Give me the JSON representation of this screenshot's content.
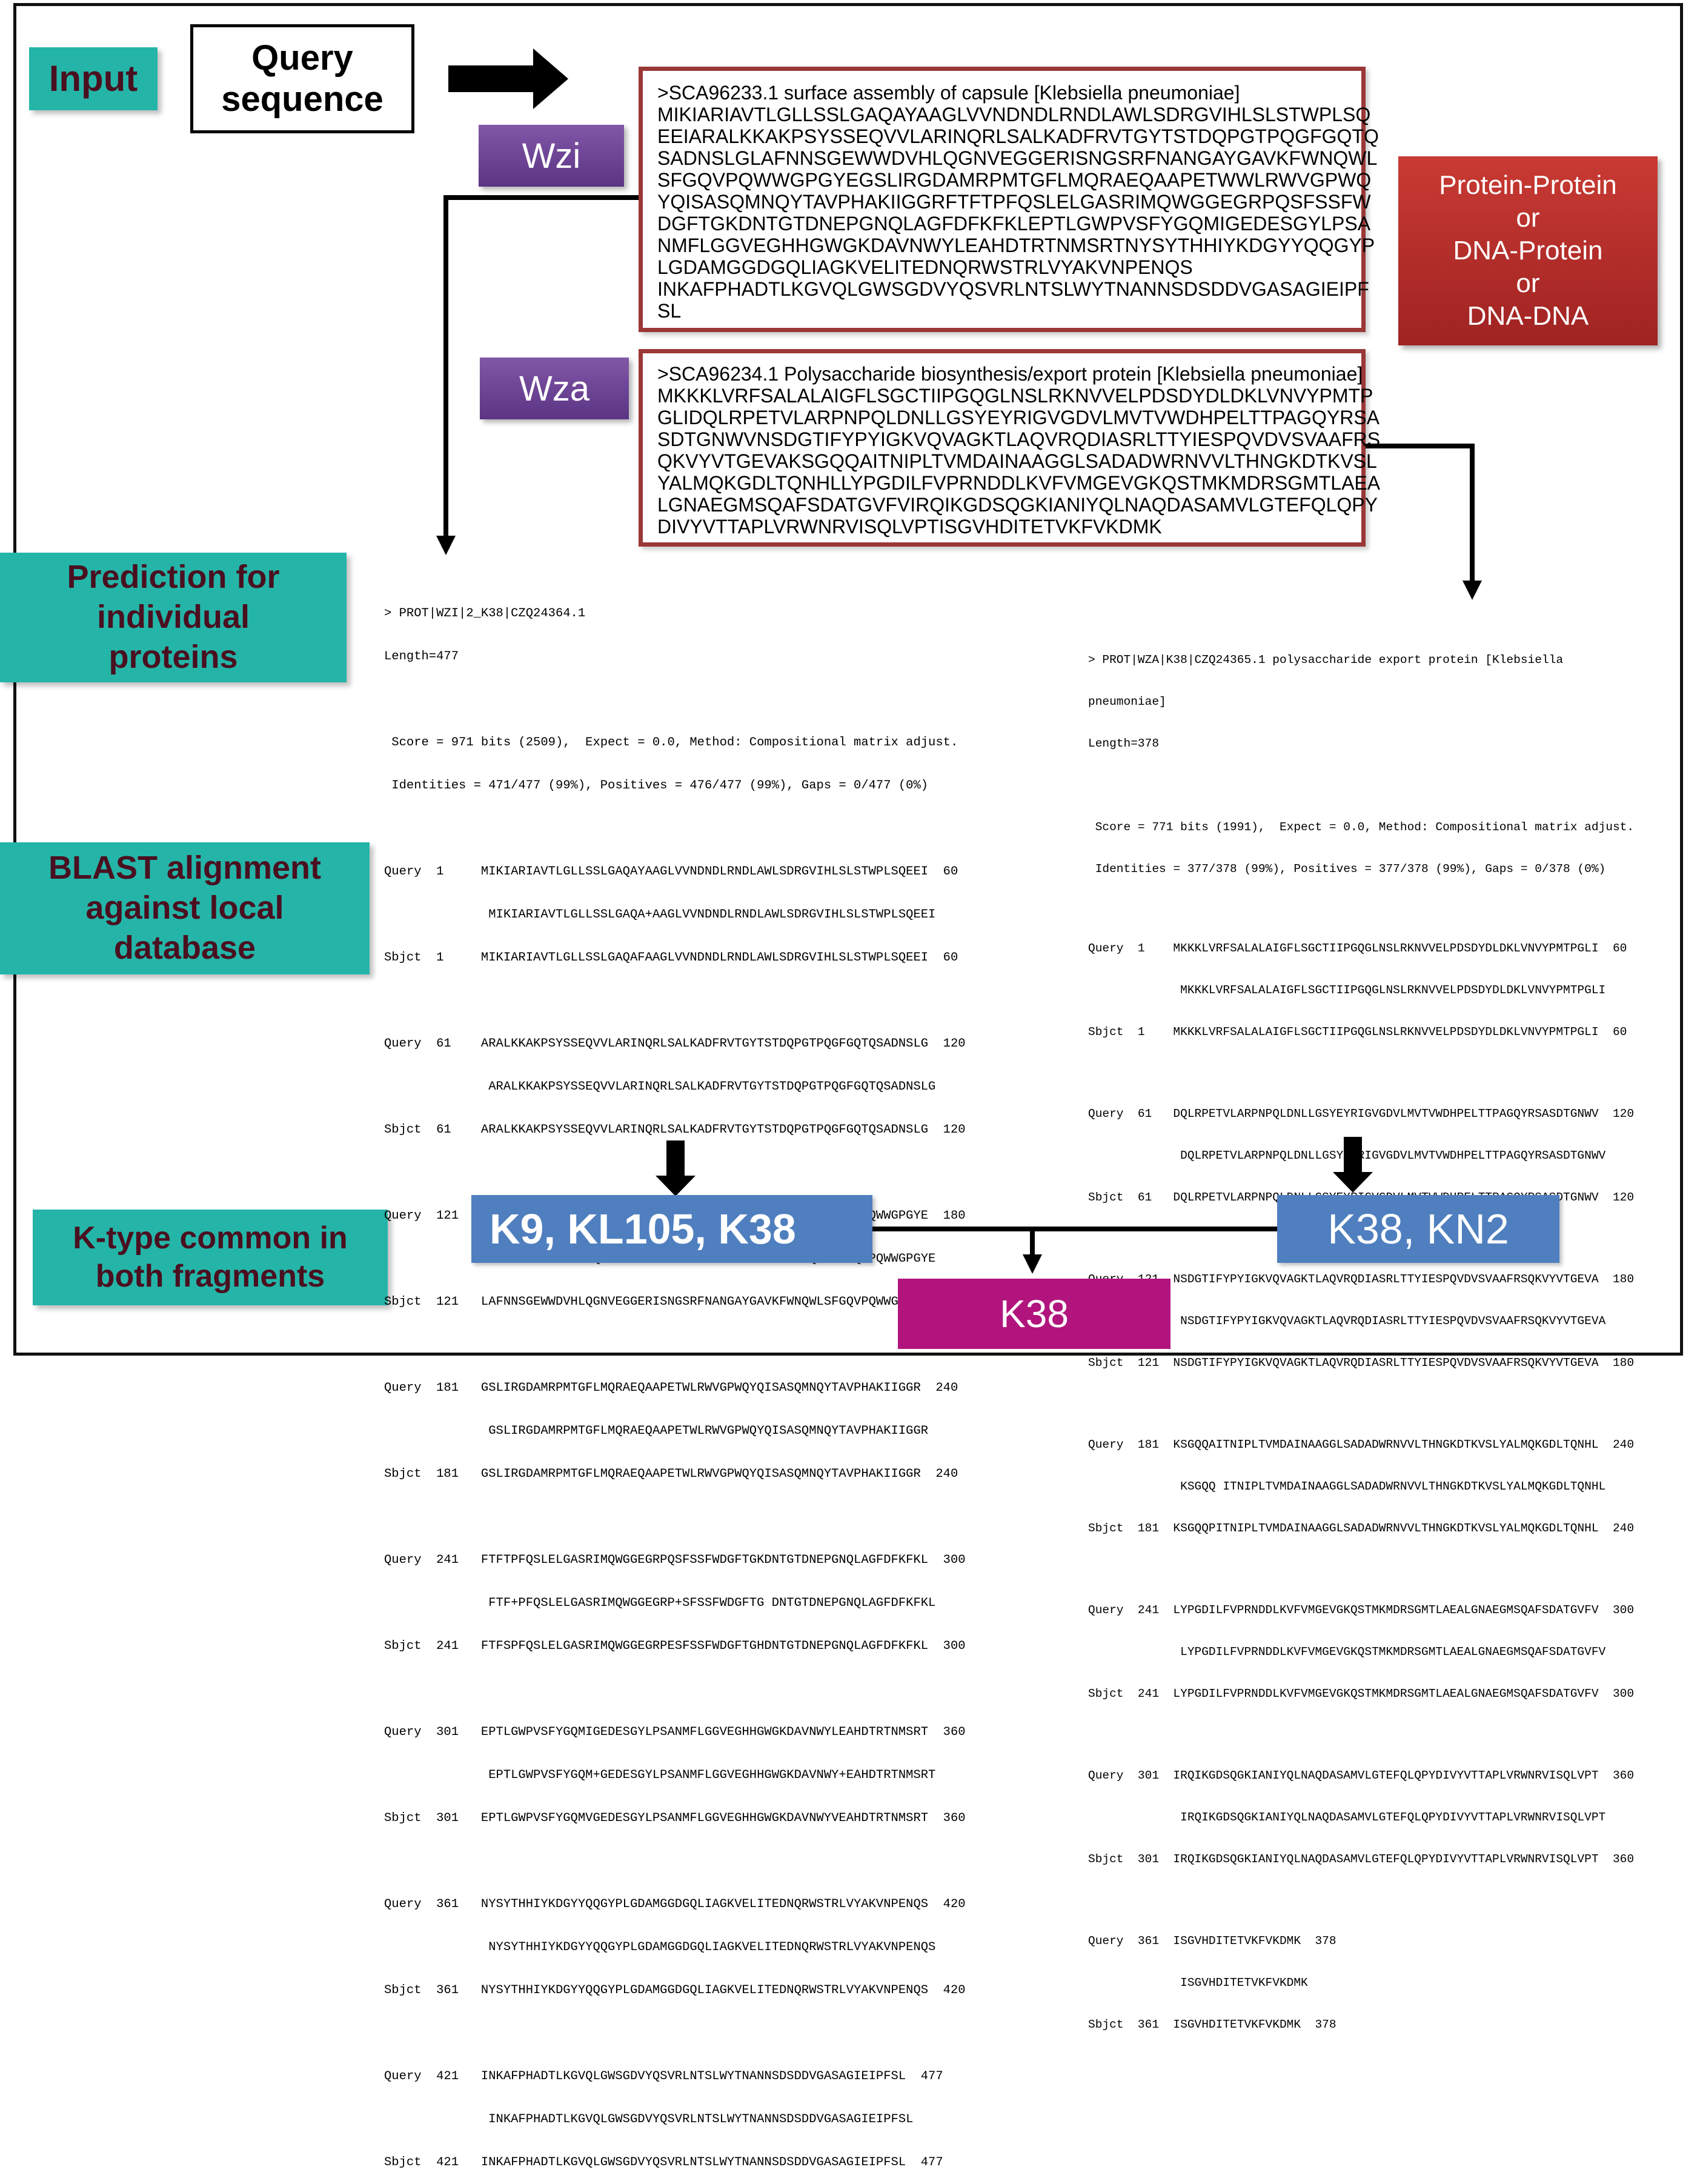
{
  "labels": {
    "input": "Input",
    "query": "Query\nsequence",
    "prediction": "Prediction for\nindividual\nproteins",
    "blast": "BLAST alignment\nagainst local\ndatabase",
    "ktype": "K-type common in\nboth fragments"
  },
  "wzi": {
    "label": "Wzi",
    "lines": [
      ">SCA96233.1 surface assembly of capsule [Klebsiella pneumoniae]",
      "MIKIARIAVTLGLLSSLGAQAYAAGLVVNDNDLRNDLAWLSDRGVIHLSLSTWPLSQ",
      "EEIARALKKAKPSYSSEQVVLARINQRLSALKADFRVTGYTSTDQPGTPQGFGQTQ",
      "SADNSLGLAFNNSGEWWDVHLQGNVEGGERISNGSRFNANGAYGAVKFWNQWL",
      "SFGQVPQWWGPGYEGSLIRGDAMRPMTGFLMQRAEQAAPETWWLRWVGPWQ",
      "YQISASQMNQYTAVPHAKIIGGRFTFTPFQSLELGASRIMQWGGEGRPQSFSSFW",
      "DGFTGKDNTGTDNEPGNQLAGFDFKFKLEPTLGWPVSFYGQMIGEDESGYLPSA",
      "NMFLGGVEGHHGWGKDAVNWYLEAHDTRTNMSRTNYSYTHHIYKDGYYQQGYP",
      "LGDAMGGDGQLIAGKVELITEDNQRWSTRLVYAKVNPENQS",
      "INKAFPHADTLKGVQLGWSGDVYQSVRLNTSLWYTNANNSDSDDVGASAGIEIPF",
      "SL"
    ]
  },
  "wza": {
    "label": "Wza",
    "lines": [
      ">SCA96234.1 Polysaccharide biosynthesis/export protein [Klebsiella pneumoniae]",
      "MKKKLVRFSALALAIGFLSGCTIIPGQGLNSLRKNVVELPDSDYDLDKLVNVYPMTP",
      "GLIDQLRPETVLARPNPQLDNLLGSYEYRIGVGDVLMVTVWDHPELTTPAGQYRSA",
      "SDTGNWVNSDGTIFYPYIGKVQVAGKTLAQVRQDIASRLTTYIESPQVDVSVAAFRS",
      "QKVYVTGEVAKSGQQAITNIPLTVMDAINAAGGLSADADWRNVVLTHNGKDTKVSL",
      "YALMQKGDLTQNHLLYPGDILFVPRNDDLKVFVMGEVGKQSTMKMDRSGMTLAEA",
      "LGNAEGMSQAFSDATGVFVIRQIKGDSQGKIANIYQLNAQDASAMVLGTEFQLQPY",
      "DIVYVTTAPLVRWNRVISQLVPTISGVHDITETVKFVKDMK"
    ]
  },
  "interaction_box": "Protein-Protein\nor\nDNA-Protein\nor\nDNA-DNA",
  "blast_wzi": {
    "header": [
      "> PROT|WZI|2_K38|CZQ24364.1",
      "Length=477",
      "",
      " Score = 971 bits (2509),  Expect = 0.0, Method: Compositional matrix adjust.",
      " Identities = 471/477 (99%), Positives = 476/477 (99%), Gaps = 0/477 (0%)"
    ],
    "blocks": [
      [
        "Query  1     MIKIARIAVTLGLLSSLGAQAYAAGLVVNDNDLRNDLAWLSDRGVIHLSLSTWPLSQEEI  60",
        "              MIKIARIAVTLGLLSSLGAQA+AAGLVVNDNDLRNDLAWLSDRGVIHLSLSTWPLSQEEI",
        "Sbjct  1     MIKIARIAVTLGLLSSLGAQAFAAGLVVNDNDLRNDLAWLSDRGVIHLSLSTWPLSQEEI  60"
      ],
      [
        "Query  61    ARALKKAKPSYSSEQVVLARINQRLSALKADFRVTGYTSTDQPGTPQGFGQTQSADNSLG  120",
        "              ARALKKAKPSYSSEQVVLARINQRLSALKADFRVTGYTSTDQPGTPQGFGQTQSADNSLG",
        "Sbjct  61    ARALKKAKPSYSSEQVVLARINQRLSALKADFRVTGYTSTDQPGTPQGFGQTQSADNSLG  120"
      ],
      [
        "Query  121   LAFNNSGEWWDVHLQGNVEGGERISNGSRFNANGAYGAVKFWNQWLSFGQVPQWWGPGYE  180",
        "              LAFNNSGEWWDVHLQGNVEGGERISNGSRFNANGAYGAVKFWNQWLSFGQVPQWWGPGYE",
        "Sbjct  121   LAFNNSGEWWDVHLQGNVEGGERISNGSRFNANGAYGAVKFWNQWLSFGQVPQWWGPGYE  180"
      ],
      [
        "Query  181   GSLIRGDAMRPMTGFLMQRAEQAAPETWLRWVGPWQYQISASQMNQYTAVPHAKIIGGR  240",
        "              GSLIRGDAMRPMTGFLMQRAEQAAPETWLRWVGPWQYQISASQMNQYTAVPHAKIIGGR",
        "Sbjct  181   GSLIRGDAMRPMTGFLMQRAEQAAPETWLRWVGPWQYQISASQMNQYTAVPHAKIIGGR  240"
      ],
      [
        "Query  241   FTFTPFQSLELGASRIMQWGGEGRPQSFSSFWDGFTGKDNTGTDNEPGNQLAGFDFKFKL  300",
        "              FTF+PFQSLELGASRIMQWGGEGRP+SFSSFWDGFTG DNTGTDNEPGNQLAGFDFKFKL",
        "Sbjct  241   FTFSPFQSLELGASRIMQWGGEGRPESFSSFWDGFTGHDNTGTDNEPGNQLAGFDFKFKL  300"
      ],
      [
        "Query  301   EPTLGWPVSFYGQMIGEDESGYLPSANMFLGGVEGHHGWGKDAVNWYLEAHDTRTNMSRT  360",
        "              EPTLGWPVSFYGQM+GEDESGYLPSANMFLGGVEGHHGWGKDAVNWY+EAHDTRTNMSRT",
        "Sbjct  301   EPTLGWPVSFYGQMVGEDESGYLPSANMFLGGVEGHHGWGKDAVNWYVEAHDTRTNMSRT  360"
      ],
      [
        "Query  361   NYSYTHHIYKDGYYQQGYPLGDAMGGDGQLIAGKVELITEDNQRWSTRLVYAKVNPENQS  420",
        "              NYSYTHHIYKDGYYQQGYPLGDAMGGDGQLIAGKVELITEDNQRWSTRLVYAKVNPENQS",
        "Sbjct  361   NYSYTHHIYKDGYYQQGYPLGDAMGGDGQLIAGKVELITEDNQRWSTRLVYAKVNPENQS  420"
      ],
      [
        "Query  421   INKAFPHADTLKGVQLGWSGDVYQSVRLNTSLWYTNANNSDSDDVGASAGIEIPFSL  477",
        "              INKAFPHADTLKGVQLGWSGDVYQSVRLNTSLWYTNANNSDSDDVGASAGIEIPFSL",
        "Sbjct  421   INKAFPHADTLKGVQLGWSGDVYQSVRLNTSLWYTNANNSDSDDVGASAGIEIPFSL  477"
      ]
    ]
  },
  "blast_wza": {
    "header": [
      "> PROT|WZA|K38|CZQ24365.1 polysaccharide export protein [Klebsiella",
      "pneumoniae]",
      "Length=378",
      "",
      " Score = 771 bits (1991),  Expect = 0.0, Method: Compositional matrix adjust.",
      " Identities = 377/378 (99%), Positives = 377/378 (99%), Gaps = 0/378 (0%)"
    ],
    "blocks": [
      [
        "Query  1    MKKKLVRFSALALAIGFLSGCTIIPGQGLNSLRKNVVELPDSDYDLDKLVNVYPMTPGLI  60",
        "             MKKKLVRFSALALAIGFLSGCTIIPGQGLNSLRKNVVELPDSDYDLDKLVNVYPMTPGLI",
        "Sbjct  1    MKKKLVRFSALALAIGFLSGCTIIPGQGLNSLRKNVVELPDSDYDLDKLVNVYPMTPGLI  60"
      ],
      [
        "Query  61   DQLRPETVLARPNPQLDNLLGSYEYRIGVGDVLMVTVWDHPELTTPAGQYRSASDTGNWV  120",
        "             DQLRPETVLARPNPQLDNLLGSYEYRIGVGDVLMVTVWDHPELTTPAGQYRSASDTGNWV",
        "Sbjct  61   DQLRPETVLARPNPQLDNLLGSYEYRIGVGDVLMVTVWDHPELTTPAGQYRSASDTGNWV  120"
      ],
      [
        "Query  121  NSDGTIFYPYIGKVQVAGKTLAQVRQDIASRLTTYIESPQVDVSVAAFRSQKVYVTGEVA  180",
        "             NSDGTIFYPYIGKVQVAGKTLAQVRQDIASRLTTYIESPQVDVSVAAFRSQKVYVTGEVA",
        "Sbjct  121  NSDGTIFYPYIGKVQVAGKTLAQVRQDIASRLTTYIESPQVDVSVAAFRSQKVYVTGEVA  180"
      ],
      [
        "Query  181  KSGQQAITNIPLTVMDAINAAGGLSADADWRNVVLTHNGKDTKVSLYALMQKGDLTQNHL  240",
        "             KSGQQ ITNIPLTVMDAINAAGGLSADADWRNVVLTHNGKDTKVSLYALMQKGDLTQNHL",
        "Sbjct  181  KSGQQPITNIPLTVMDAINAAGGLSADADWRNVVLTHNGKDTKVSLYALMQKGDLTQNHL  240"
      ],
      [
        "Query  241  LYPGDILFVPRNDDLKVFVMGEVGKQSTMKMDRSGMTLAEALGNAEGMSQAFSDATGVFV  300",
        "             LYPGDILFVPRNDDLKVFVMGEVGKQSTMKMDRSGMTLAEALGNAEGMSQAFSDATGVFV",
        "Sbjct  241  LYPGDILFVPRNDDLKVFVMGEVGKQSTMKMDRSGMTLAEALGNAEGMSQAFSDATGVFV  300"
      ],
      [
        "Query  301  IRQIKGDSQGKIANIYQLNAQDASAMVLGTEFQLQPYDIVYVTTAPLVRWNRVISQLVPT  360",
        "             IRQIKGDSQGKIANIYQLNAQDASAMVLGTEFQLQPYDIVYVTTAPLVRWNRVISQLVPT",
        "Sbjct  301  IRQIKGDSQGKIANIYQLNAQDASAMVLGTEFQLQPYDIVYVTTAPLVRWNRVISQLVPT  360"
      ],
      [
        "Query  361  ISGVHDITETVKFVKDMK  378",
        "             ISGVHDITETVKFVKDMK",
        "Sbjct  361  ISGVHDITETVKFVKDMK  378"
      ]
    ]
  },
  "results": {
    "wzi_ktypes": "K9, KL105, K38",
    "wza_ktypes": "K38, KN2",
    "common": "K38"
  },
  "colors": {
    "teal": "#24b5a8",
    "purple": "#6a4394",
    "red": "#b82a28",
    "blue": "#4f7fbf",
    "magenta": "#b1157d",
    "border_red": "#9a3737"
  }
}
